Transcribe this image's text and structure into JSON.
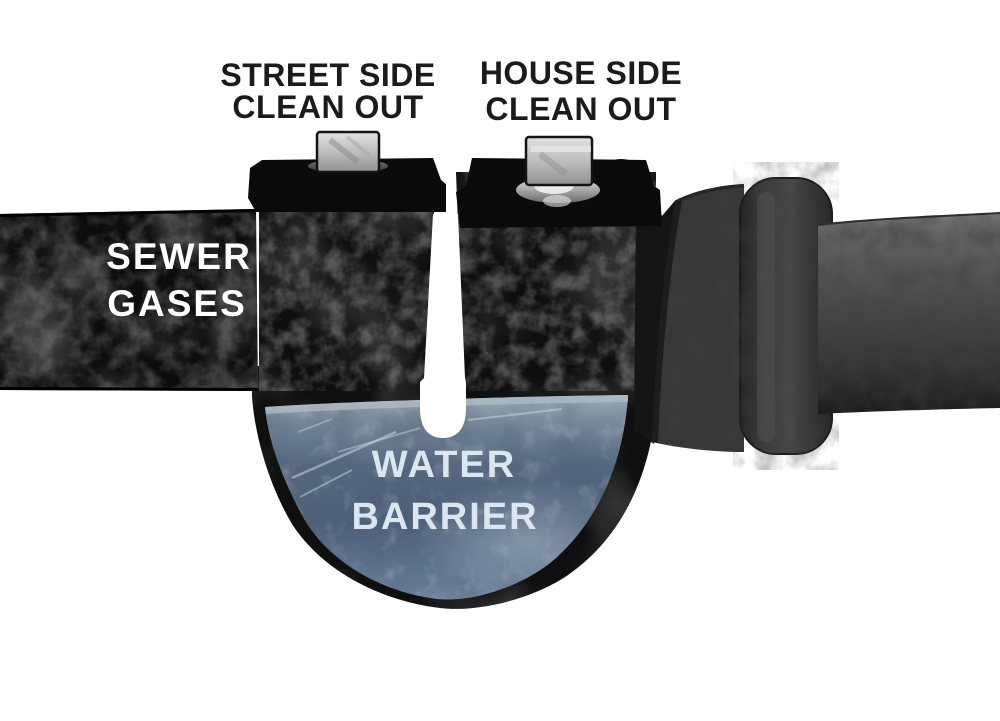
{
  "diagram_subject": "house sewer trap cross-section",
  "background_color": "#ffffff",
  "labels": {
    "street_cleanout": {
      "line1": "STREET SIDE",
      "line2": "CLEAN OUT"
    },
    "house_cleanout": {
      "line1": "HOUSE SIDE",
      "line2": "CLEAN OUT"
    },
    "sewer_gases": {
      "line1": "SEWER",
      "line2": "GASES"
    },
    "water_barrier": {
      "line1": "WATER",
      "line2": "BARRIER"
    }
  },
  "colors": {
    "label_ink": "#1b1b1b",
    "label_white": "#ffffff",
    "water_label": "#dce6ef",
    "cast_iron_black": "#0e0e0e",
    "coupling_gray": "#373737",
    "house_pipe_gray": "#4a4a4a",
    "water_blue": "#54677f",
    "water_light": "#aebac4",
    "nut_metal": "#c8c8c8"
  }
}
